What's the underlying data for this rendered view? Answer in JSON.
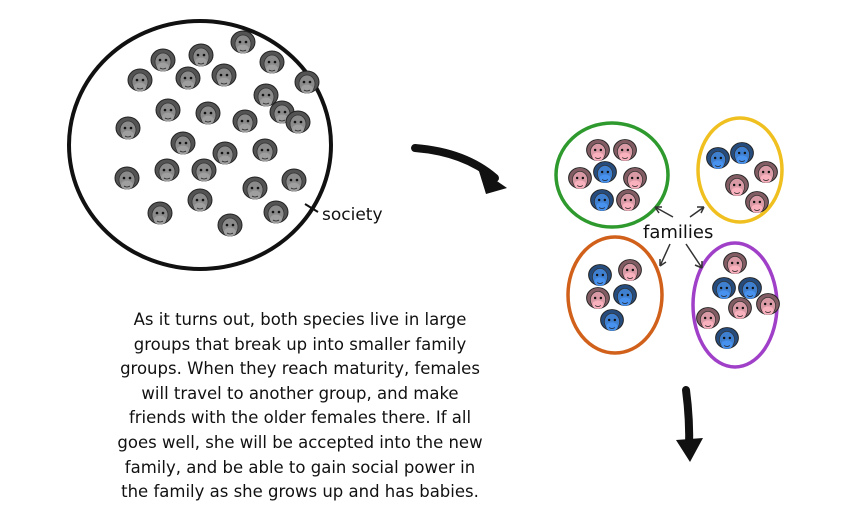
{
  "society": {
    "label": "society",
    "face_color": "#8a8a8a",
    "member_count": 27
  },
  "families": {
    "label": "families",
    "groups": [
      {
        "name": "green-family",
        "ring_color": "#2e9a2e",
        "members": [
          "pink",
          "pink",
          "pink",
          "blue",
          "pink",
          "blue",
          "pink"
        ]
      },
      {
        "name": "yellow-family",
        "ring_color": "#f0c020",
        "members": [
          "blue",
          "blue",
          "pink",
          "pink",
          "pink"
        ]
      },
      {
        "name": "orange-family",
        "ring_color": "#d0601a",
        "members": [
          "blue",
          "pink",
          "pink",
          "blue",
          "blue"
        ]
      },
      {
        "name": "purple-family",
        "ring_color": "#a040c8",
        "members": [
          "pink",
          "blue",
          "blue",
          "pink",
          "pink",
          "pink",
          "blue"
        ]
      }
    ],
    "colors": {
      "pink": "#d99aa5",
      "blue": "#3f7fd0"
    }
  },
  "caption": {
    "lines": [
      "As it turns out, both species live in large",
      "groups that break up into smaller family",
      "groups. When they reach maturity, females",
      "will travel to another group, and make",
      "friends with the older females there. If all",
      "goes well, she will be accepted into the new",
      "family, and be able to gain social power in",
      "the family as she grows up and has babies."
    ]
  }
}
